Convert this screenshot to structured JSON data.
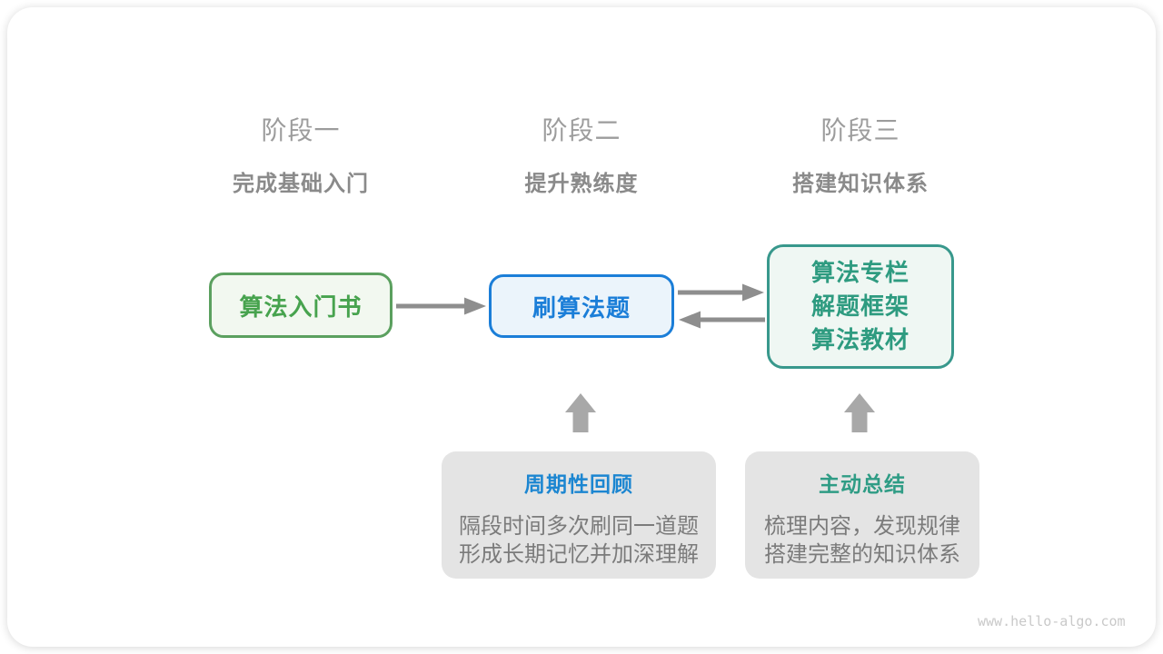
{
  "diagram": {
    "stages": [
      {
        "label": "阶段一",
        "subtitle": "完成基础入门"
      },
      {
        "label": "阶段二",
        "subtitle": "提升熟练度"
      },
      {
        "label": "阶段三",
        "subtitle": "搭建知识体系"
      }
    ],
    "nodes": {
      "intro_book": {
        "label": "算法入门书"
      },
      "practice": {
        "label": "刷算法题"
      },
      "resources": {
        "lines": [
          "算法专栏",
          "解题框架",
          "算法教材"
        ]
      }
    },
    "callouts": [
      {
        "title": "周期性回顾",
        "lines": [
          "隔段时间多次刷同一道题",
          "形成长期记忆并加深理解"
        ]
      },
      {
        "title": "主动总结",
        "lines": [
          "梳理内容，发现规律",
          "搭建完整的知识体系"
        ]
      }
    ],
    "watermark": "www.hello-algo.com"
  },
  "colors": {
    "stage-label": "#9C9C9C",
    "stage-subtitle": "#8A8A8A",
    "green-border": "#5BA05F",
    "green-fill": "#F2F8F0",
    "green-text": "#47A34E",
    "blue-border": "#1B7ED8",
    "blue-fill": "#EBF4FB",
    "blue-text": "#1B7ED8",
    "teal-border": "#38988C",
    "teal-fill": "#EFF7F3",
    "teal-text": "#2E9B80",
    "callout-bg": "#E4E4E4",
    "callout-body": "#7B7B7B",
    "callout-title-blue": "#1C86D1",
    "callout-title-teal": "#2F9C85",
    "arrow": "#8E8E8E",
    "up-arrow": "#A8A8A8",
    "watermark": "#C9C9C9"
  }
}
